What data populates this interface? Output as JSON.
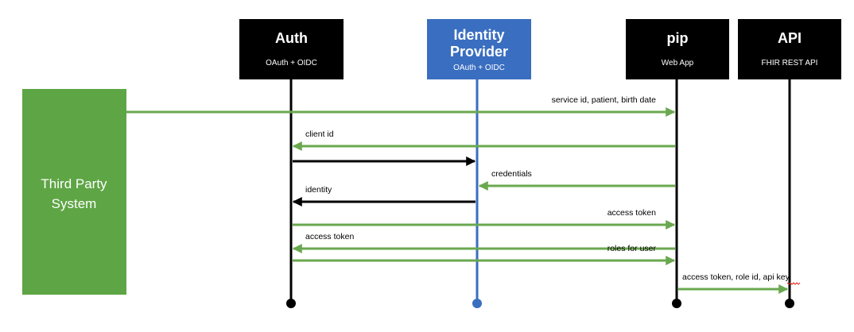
{
  "colors": {
    "black_box": "#000000",
    "blue_box": "#3a6ec0",
    "green": "#6aa84f",
    "green_box": "#5ea545",
    "black_arrow": "#000000"
  },
  "external_system": {
    "label_line1": "Third Party",
    "label_line2": "System"
  },
  "participants": [
    {
      "id": "auth",
      "title_lines": [
        "Auth"
      ],
      "subtitle": "OAuth + OIDC",
      "style": "black"
    },
    {
      "id": "idp",
      "title_lines": [
        "Identity",
        "Provider"
      ],
      "subtitle": "OAuth + OIDC",
      "style": "blue"
    },
    {
      "id": "pip",
      "title_lines": [
        "pip"
      ],
      "subtitle": "Web App",
      "style": "black"
    },
    {
      "id": "api",
      "title_lines": [
        "API"
      ],
      "subtitle": "FHIR REST API",
      "style": "black"
    }
  ],
  "messages": [
    {
      "from": "ext",
      "to": "pip",
      "label": "service id, patient, birth date",
      "color": "green"
    },
    {
      "from": "pip",
      "to": "auth",
      "label": "client id",
      "color": "green"
    },
    {
      "from": "auth",
      "to": "idp",
      "label": "",
      "color": "black"
    },
    {
      "from": "pip",
      "to": "idp",
      "label": "credentials",
      "color": "green"
    },
    {
      "from": "idp",
      "to": "auth",
      "label": "identity",
      "color": "black"
    },
    {
      "from": "auth",
      "to": "pip",
      "label": "access token",
      "color": "green"
    },
    {
      "from": "pip",
      "to": "auth",
      "label": "access token",
      "color": "green"
    },
    {
      "from": "auth",
      "to": "pip",
      "label": "roles for user",
      "color": "green"
    },
    {
      "from": "pip",
      "to": "api",
      "label": "access token, role id, api key",
      "color": "green"
    }
  ]
}
